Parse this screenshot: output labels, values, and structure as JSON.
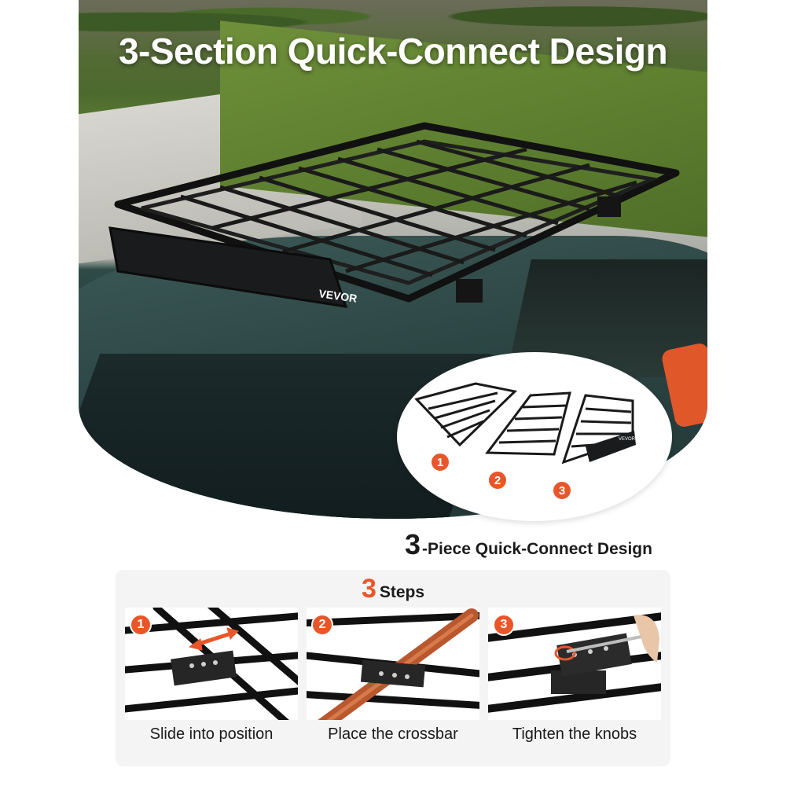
{
  "hero": {
    "title": "3-Section Quick-Connect Design",
    "brand_mark": "VEVOR"
  },
  "inset": {
    "brand_mark": "VEVOR",
    "sections": [
      "1",
      "2",
      "3"
    ]
  },
  "subtitle": {
    "number": "3",
    "text": "-Piece Quick-Connect Design"
  },
  "steps": {
    "heading_number": "3",
    "heading_text": "Steps",
    "items": [
      {
        "number": "1",
        "caption": "Slide into position"
      },
      {
        "number": "2",
        "caption": "Place the crossbar"
      },
      {
        "number": "3",
        "caption": "Tighten the knobs"
      }
    ]
  },
  "colors": {
    "accent": "#e8562a",
    "rack": "#1a1a1a",
    "card": "#f4f4f4"
  }
}
